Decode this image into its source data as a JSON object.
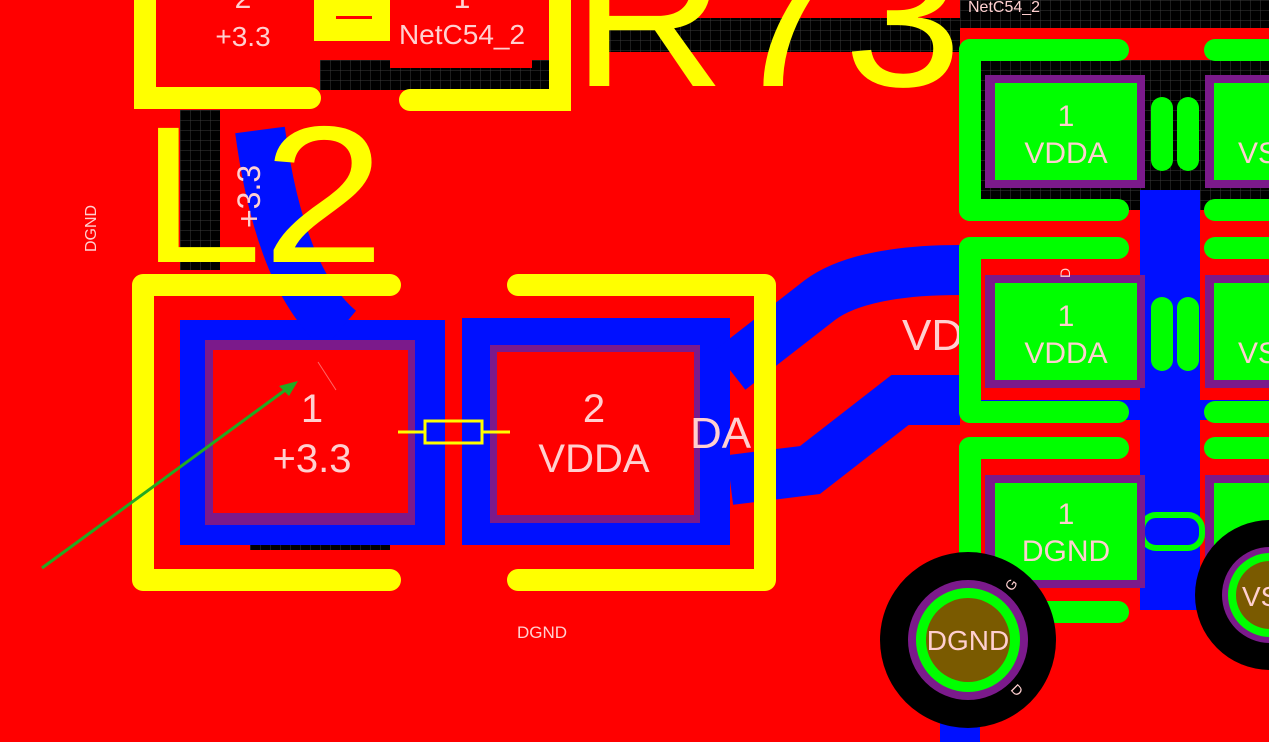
{
  "colors": {
    "top_copper": "#ff0000",
    "bottom_copper": "#0010ff",
    "silkscreen": "#ffff00",
    "pad_select": "#00ff00",
    "pad_label": "#ffd0d0",
    "solder_mask": "#7b1a8b",
    "via_fill": "#7a5a00",
    "arrow": "#22aa22"
  },
  "designators": {
    "r73": "R73",
    "l2": "L2"
  },
  "net_labels": {
    "dgnd_left": "DGND",
    "dgnd_bottom": "DGND",
    "netc54_top": "NetC54_2",
    "netc54_pad": "NetC54_2",
    "plus33_vertical": "+3.3",
    "plus33_top_pad": "+3.3",
    "vdda_trace": "VD",
    "da_trace": "DA",
    "small_d1": "D",
    "small_g": "G",
    "small_d2": "D",
    "small_1": "1",
    "small_2": "2"
  },
  "l2_pads": [
    {
      "number": "1",
      "net": "+3.3"
    },
    {
      "number": "2",
      "net": "VDDA"
    }
  ],
  "right_pads": [
    {
      "number": "1",
      "net": "VDDA"
    },
    {
      "number": "1",
      "net": "VDDA"
    },
    {
      "number": "1",
      "net": "DGND"
    }
  ],
  "right_pads_cut": [
    "VS",
    "VS",
    "V"
  ],
  "via": {
    "label": "DGND"
  },
  "via_cut": {
    "label": "VS"
  }
}
